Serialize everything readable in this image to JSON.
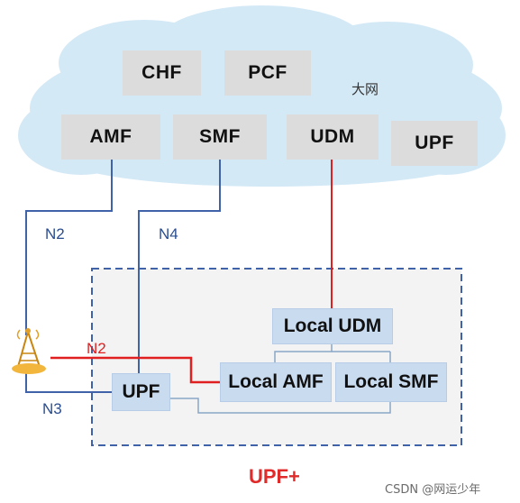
{
  "cloud": {
    "label": "大网",
    "nfs": {
      "chf": "CHF",
      "pcf": "PCF",
      "amf": "AMF",
      "smf": "SMF",
      "udm": "UDM",
      "upf": "UPF"
    }
  },
  "upf_plus": {
    "title": "UPF+",
    "local_udm": "Local UDM",
    "local_amf": "Local AMF",
    "local_smf": "Local SMF",
    "upf": "UPF"
  },
  "interfaces": {
    "n2_core": "N2",
    "n4": "N4",
    "n2_local": "N2",
    "n3": "N3"
  },
  "watermark": "CSDN @网运少年",
  "colors": {
    "cloud_fill": "#d4e9f6",
    "nf_box": "#dcdcdc",
    "local_box": "#c9dbef",
    "core_link": "#3f62a8",
    "local_link": "#e02020",
    "dashed_border": "#3f62a8"
  }
}
